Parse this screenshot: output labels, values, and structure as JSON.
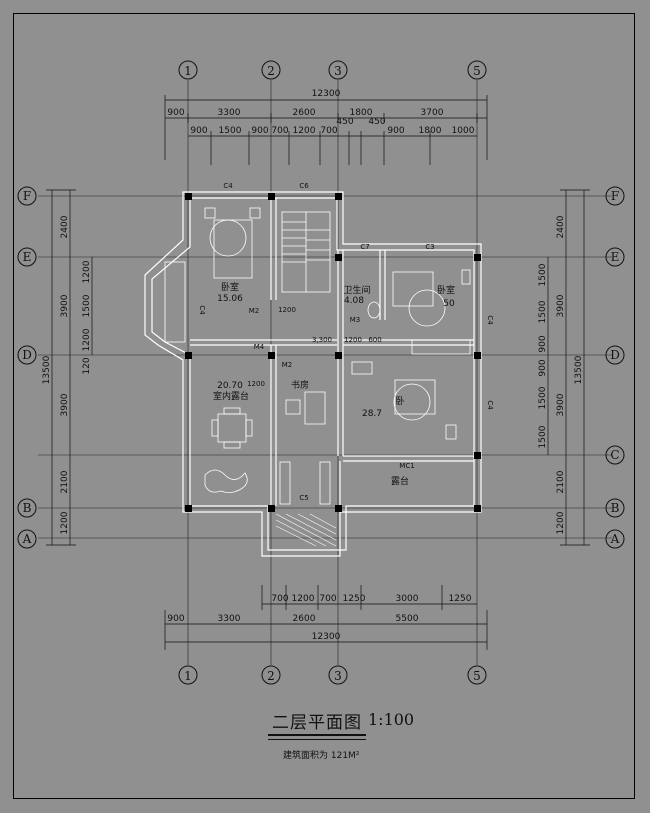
{
  "drawing": {
    "title": "二层平面图",
    "scale": "1:100",
    "area_note": "建筑面积为 121M²"
  },
  "axes": {
    "vertical": [
      "1",
      "2",
      "3",
      "5"
    ],
    "horizontal": [
      "F",
      "E",
      "D",
      "C",
      "B",
      "A"
    ]
  },
  "dims_top": {
    "total": "12300",
    "row1": [
      "900",
      "3300",
      "2600",
      "1800",
      "3700"
    ],
    "row2": [
      "900",
      "1500",
      "900",
      "700",
      "1200",
      "700",
      "450",
      "450",
      "900",
      "1800",
      "1000"
    ]
  },
  "dims_bottom": {
    "row1": [
      "700",
      "1200",
      "700",
      "1250",
      "3000",
      "1250"
    ],
    "row2": [
      "900",
      "3300",
      "2600",
      "5500"
    ],
    "total": "12300"
  },
  "dims_left": {
    "outer": [
      "2400",
      "3900",
      "3900",
      "2100",
      "1200"
    ],
    "total": "13500",
    "inner": [
      "1200",
      "1500",
      "1200",
      "120"
    ]
  },
  "dims_right": {
    "outer": [
      "2400",
      "3900",
      "3900",
      "2100",
      "1200"
    ],
    "total": "13500",
    "inner": [
      "1500",
      "1500",
      "900",
      "900",
      "1500",
      "1500"
    ]
  },
  "rooms": {
    "bedroom1": {
      "name": "卧室",
      "area": "15.06"
    },
    "bedroom2": {
      "name": "卧室",
      "area": "50"
    },
    "bedroom3": {
      "name": "卧",
      "area": "28.7"
    },
    "bath": {
      "name": "卫生间",
      "area": "4.08"
    },
    "terrace_in": {
      "area": "20.70",
      "name": "室内露台"
    },
    "study": {
      "name": "书房"
    },
    "balcony": {
      "name": "露台"
    }
  },
  "tags": {
    "c4_top": "C4",
    "c6_top": "C6",
    "c7": "C7",
    "c3": "C3",
    "c4_left": "C4",
    "c4_right1": "C4",
    "c4_right2": "C4",
    "m2_a": "M2",
    "m2_b": "M2",
    "m3": "M3",
    "m4": "M4",
    "mc1": "MC1",
    "c5": "C5",
    "n1200a": "1200",
    "n1200b": "1200",
    "n1200c": "1200",
    "n600": "600",
    "n3300": "3,300"
  }
}
